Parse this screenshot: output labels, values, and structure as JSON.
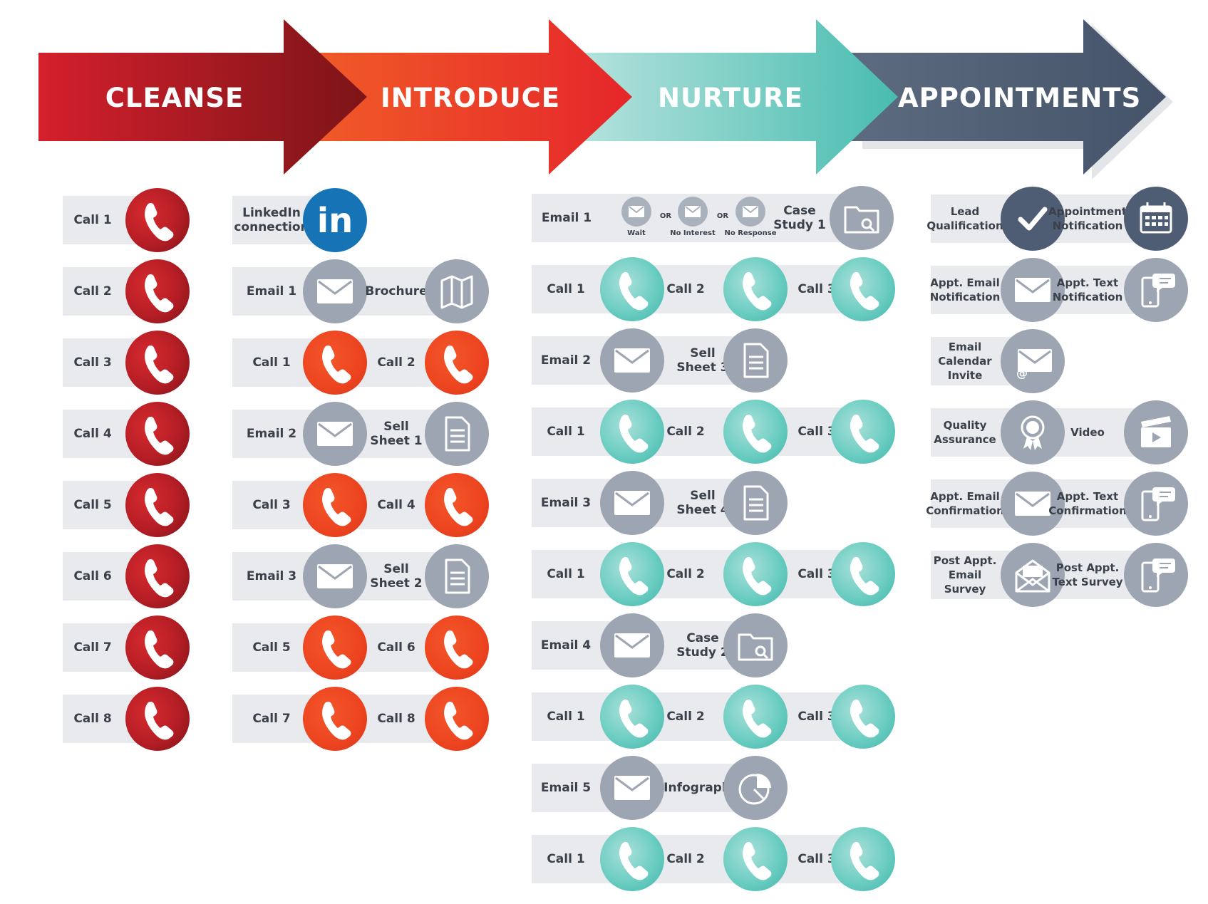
{
  "colors": {
    "cleanse": "#b01e24",
    "introduce": "#ef4a23",
    "nurture": "#5cc6bb",
    "appointments": "#4d5a70",
    "grey_icon": "#9ca5b1",
    "row_bg": "#e8eaed",
    "text": "#3b414a"
  },
  "stages": [
    {
      "label": "CLEANSE"
    },
    {
      "label": "INTRODUCE"
    },
    {
      "label": "NURTURE"
    },
    {
      "label": "APPOINTMENTS"
    }
  ],
  "cleanse": {
    "rows": [
      {
        "label": "Call 1",
        "icon": "phone-icon"
      },
      {
        "label": "Call 2",
        "icon": "phone-icon"
      },
      {
        "label": "Call 3",
        "icon": "phone-icon"
      },
      {
        "label": "Call 4",
        "icon": "phone-icon"
      },
      {
        "label": "Call 5",
        "icon": "phone-icon"
      },
      {
        "label": "Call 6",
        "icon": "phone-icon"
      },
      {
        "label": "Call 7",
        "icon": "phone-icon"
      },
      {
        "label": "Call 8",
        "icon": "phone-icon"
      }
    ]
  },
  "introduce": {
    "rows": [
      [
        {
          "label": "LinkedIn\nconnection",
          "icon": "linkedin-icon"
        }
      ],
      [
        {
          "label": "Email 1",
          "icon": "email-icon"
        },
        {
          "label": "Brochure",
          "icon": "map-icon"
        }
      ],
      [
        {
          "label": "Call 1",
          "icon": "phone-icon"
        },
        {
          "label": "Call 2",
          "icon": "phone-icon"
        }
      ],
      [
        {
          "label": "Email 2",
          "icon": "email-icon"
        },
        {
          "label": "Sell\nSheet 1",
          "icon": "document-icon"
        }
      ],
      [
        {
          "label": "Call 3",
          "icon": "phone-icon"
        },
        {
          "label": "Call 4",
          "icon": "phone-icon"
        }
      ],
      [
        {
          "label": "Email 3",
          "icon": "email-icon"
        },
        {
          "label": "Sell\nSheet 2",
          "icon": "document-icon"
        }
      ],
      [
        {
          "label": "Call 5",
          "icon": "phone-icon"
        },
        {
          "label": "Call 6",
          "icon": "phone-icon"
        }
      ],
      [
        {
          "label": "Call 7",
          "icon": "phone-icon"
        },
        {
          "label": "Call 8",
          "icon": "phone-icon"
        }
      ]
    ]
  },
  "nurture": {
    "email1": {
      "label": "Email 1",
      "or_text": "OR",
      "options": [
        "Wait",
        "No Interest",
        "No Response"
      ],
      "case_study_label": "Case\nStudy 1"
    },
    "rows": [
      [
        {
          "label": "Call 1",
          "icon": "phone-icon"
        },
        {
          "label": "Call 2",
          "icon": "phone-icon"
        },
        {
          "label": "Call 3",
          "icon": "phone-icon"
        }
      ],
      [
        {
          "label": "Email 2",
          "icon": "email-icon"
        },
        {
          "label": "Sell\nSheet 3",
          "icon": "document-icon"
        }
      ],
      [
        {
          "label": "Call 1",
          "icon": "phone-icon"
        },
        {
          "label": "Call 2",
          "icon": "phone-icon"
        },
        {
          "label": "Call 3",
          "icon": "phone-icon"
        }
      ],
      [
        {
          "label": "Email 3",
          "icon": "email-icon"
        },
        {
          "label": "Sell\nSheet 4",
          "icon": "document-icon"
        }
      ],
      [
        {
          "label": "Call 1",
          "icon": "phone-icon"
        },
        {
          "label": "Call 2",
          "icon": "phone-icon"
        },
        {
          "label": "Call 3",
          "icon": "phone-icon"
        }
      ],
      [
        {
          "label": "Email 4",
          "icon": "email-icon"
        },
        {
          "label": "Case\nStudy 2",
          "icon": "folder-search-icon"
        }
      ],
      [
        {
          "label": "Call 1",
          "icon": "phone-icon"
        },
        {
          "label": "Call 2",
          "icon": "phone-icon"
        },
        {
          "label": "Call 3",
          "icon": "phone-icon"
        }
      ],
      [
        {
          "label": "Email 5",
          "icon": "email-icon"
        },
        {
          "label": "Infographic",
          "icon": "pie-chart-icon"
        }
      ],
      [
        {
          "label": "Call 1",
          "icon": "phone-icon"
        },
        {
          "label": "Call 2",
          "icon": "phone-icon"
        },
        {
          "label": "Call 3",
          "icon": "phone-icon"
        }
      ]
    ]
  },
  "appointments": {
    "rows": [
      [
        {
          "label": "Lead\nQualification",
          "icon": "checkmark-icon"
        },
        {
          "label": "Appointment\nNotification",
          "icon": "calendar-icon"
        }
      ],
      [
        {
          "label": "Appt. Email\nNotification",
          "icon": "email-icon"
        },
        {
          "label": "Appt. Text\nNotification",
          "icon": "mobile-chat-icon"
        }
      ],
      [
        {
          "label": "Email Calendar\nInvite",
          "icon": "email-at-icon"
        }
      ],
      [
        {
          "label": "Quality\nAssurance",
          "icon": "award-ribbon-icon"
        },
        {
          "label": "Video",
          "icon": "video-clapper-icon"
        }
      ],
      [
        {
          "label": "Appt. Email\nConfirmation",
          "icon": "email-icon"
        },
        {
          "label": "Appt. Text\nConfirmation",
          "icon": "mobile-chat-icon"
        }
      ],
      [
        {
          "label": "Post Appt.\nEmail Survey",
          "icon": "open-envelope-icon"
        },
        {
          "label": "Post Appt.\nText Survey",
          "icon": "mobile-chat-icon"
        }
      ]
    ]
  }
}
